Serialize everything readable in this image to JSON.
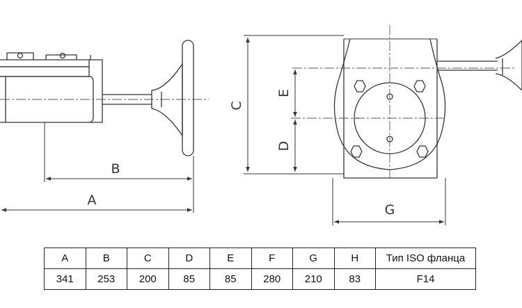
{
  "drawing": {
    "side_view": {
      "label_a": "A",
      "label_b": "B"
    },
    "front_view": {
      "label_c": "C",
      "label_d": "D",
      "label_e": "E",
      "label_g": "G"
    }
  },
  "table": {
    "headers": [
      "A",
      "B",
      "C",
      "D",
      "E",
      "F",
      "G",
      "H",
      "Тип ISO фланца"
    ],
    "values": [
      "341",
      "253",
      "200",
      "85",
      "85",
      "280",
      "210",
      "83",
      "F14"
    ]
  }
}
